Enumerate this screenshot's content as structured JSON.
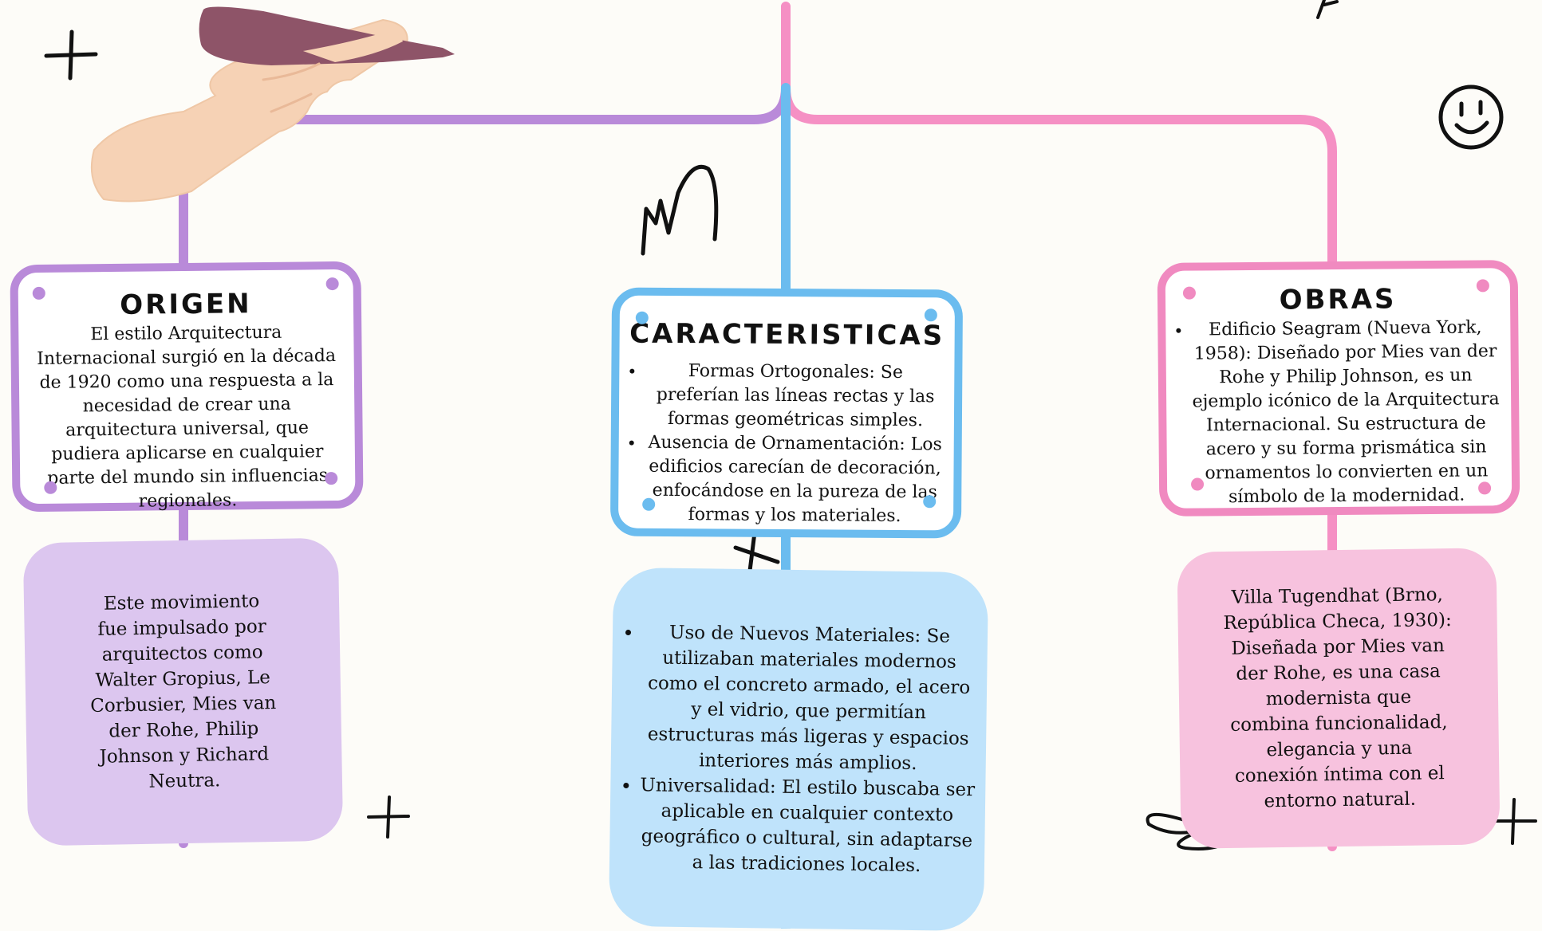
{
  "colors": {
    "purple": "#b98ad9",
    "blue": "#6bbcef",
    "pink": "#f08ac0",
    "purple_card": "#dcc6ef",
    "blue_card": "#bfe3fb",
    "pink_card": "#f7c2de",
    "background": "#fdfcf8"
  },
  "branches": {
    "origen": {
      "title": "ORIGEN",
      "text": "El estilo Arquitectura Internacional surgió en la década de 1920 como una respuesta a la necesidad de crear una arquitectura universal, que pudiera aplicarse en cualquier parte del mundo sin influencias regionales.",
      "detail": "Este movimiento fue impulsado por arquitectos como Walter Gropius, Le Corbusier, Mies van der Rohe, Philip Johnson y Richard Neutra."
    },
    "caracteristicas": {
      "title": "CARACTERISTICAS",
      "items": [
        "Formas Ortogonales: Se preferían las líneas rectas y las formas geométricas simples.",
        "Ausencia de Ornamentación: Los edificios carecían de decoración, enfocándose en la pureza de las formas y los materiales."
      ],
      "detail_items": [
        "Uso de Nuevos Materiales: Se utilizaban materiales modernos como el concreto armado, el acero y el vidrio, que permitían estructuras más ligeras y espacios interiores más amplios.",
        "Universalidad: El estilo buscaba ser aplicable en cualquier contexto geográfico o cultural, sin adaptarse a las tradiciones locales."
      ]
    },
    "obras": {
      "title": "OBRAS",
      "items": [
        "Edificio Seagram (Nueva York, 1958): Diseñado por Mies van der Rohe y Philip Johnson, es un ejemplo icónico de la Arquitectura Internacional. Su estructura de acero y su forma prismática sin ornamentos lo convierten en un símbolo de la modernidad."
      ],
      "detail": "Villa Tugendhat (Brno, República Checa, 1930): Diseñada por Mies van der Rohe, es una casa modernista que combina funcionalidad, elegancia y una conexión íntima con el entorno natural."
    },
    "decorations": [
      "hand-marker-icon",
      "smiley-icon",
      "plus-icon",
      "scribble-icon"
    ]
  }
}
